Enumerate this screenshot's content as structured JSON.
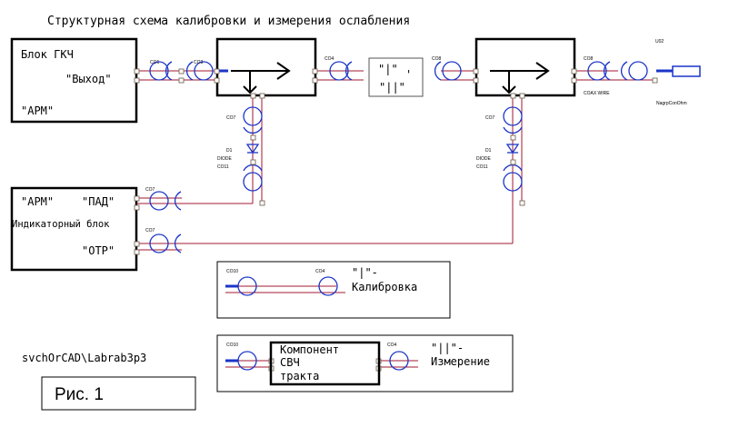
{
  "title": "Структурная схема калибровки и измерения ослабления",
  "blocks": {
    "gkch": {
      "name": "Блок ГКЧ",
      "output": "\"Выход\"",
      "arm": "\"АРМ\""
    },
    "indicator": {
      "arm": "\"АРМ\"",
      "pad": "\"ПАД\"",
      "name": "Индикаторный блок",
      "otr": "\"ОТР\""
    },
    "switch_labels": {
      "one": "\"|\"",
      "two": "\"||\"",
      "tick": "'"
    }
  },
  "parts": {
    "co1": "CO1",
    "co3": "CO3",
    "co4": "CO4",
    "co8": "CO8",
    "co8b": "CO8",
    "co7": "CO7",
    "co10": "CO10",
    "d1": "D1",
    "diode": "DIODE",
    "co11": "CO11",
    "coax_wire": "COAX WIRE",
    "u02": "U02",
    "load": "NagrpConOhm"
  },
  "legend_calibration": {
    "co10": "CO10",
    "co4": "CO4",
    "mode": "\"|\"-",
    "text": "Калибровка"
  },
  "legend_measurement": {
    "co10": "CO10",
    "co4": "CO4",
    "mode": "\"||\"-",
    "text": "Измерение",
    "component": [
      "Компонент",
      "СВЧ",
      "тракта"
    ]
  },
  "path": "svchOrCAD\\Labrab3p3",
  "figure": "Рис. 1",
  "colors": {
    "wire": "#a01830",
    "coax": "#1a35c8",
    "body": "#000000",
    "pin": "#7a6a5a"
  }
}
